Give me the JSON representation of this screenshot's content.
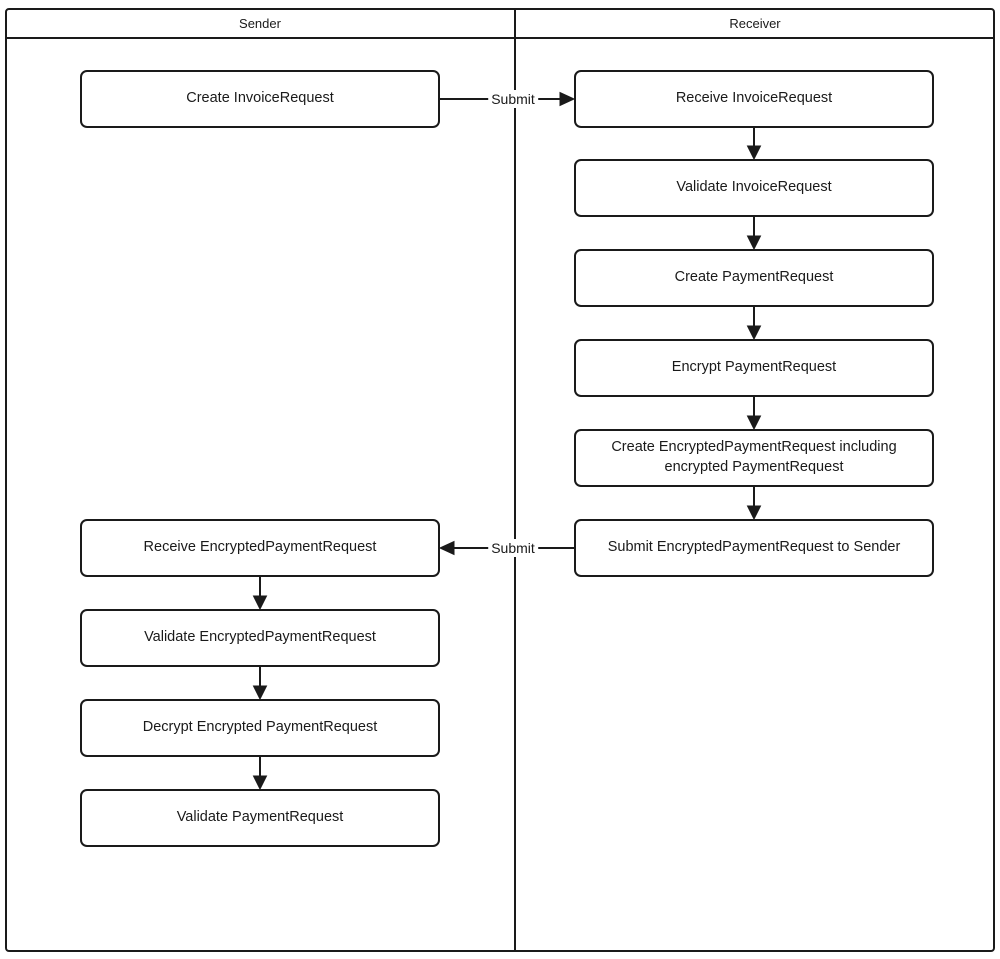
{
  "diagram": {
    "type": "swimlane-flowchart",
    "line_color": "#1a1a1a",
    "background_color": "#ffffff",
    "lanes": [
      {
        "label": "Sender"
      },
      {
        "label": "Receiver"
      }
    ],
    "sender_nodes": [
      {
        "label": "Create InvoiceRequest"
      },
      {
        "label": "Receive EncryptedPaymentRequest"
      },
      {
        "label": "Validate EncryptedPaymentRequest"
      },
      {
        "label": "Decrypt Encrypted PaymentRequest"
      },
      {
        "label": "Validate PaymentRequest"
      }
    ],
    "receiver_nodes": [
      {
        "label": "Receive InvoiceRequest"
      },
      {
        "label": "Validate InvoiceRequest"
      },
      {
        "label": "Create PaymentRequest"
      },
      {
        "label": "Encrypt PaymentRequest"
      },
      {
        "label": "Create EncryptedPaymentRequest including encrypted PaymentRequest"
      },
      {
        "label": "Submit EncryptedPaymentRequest to Sender"
      }
    ],
    "edge_labels": [
      {
        "label": "Submit"
      },
      {
        "label": "Submit"
      }
    ]
  }
}
